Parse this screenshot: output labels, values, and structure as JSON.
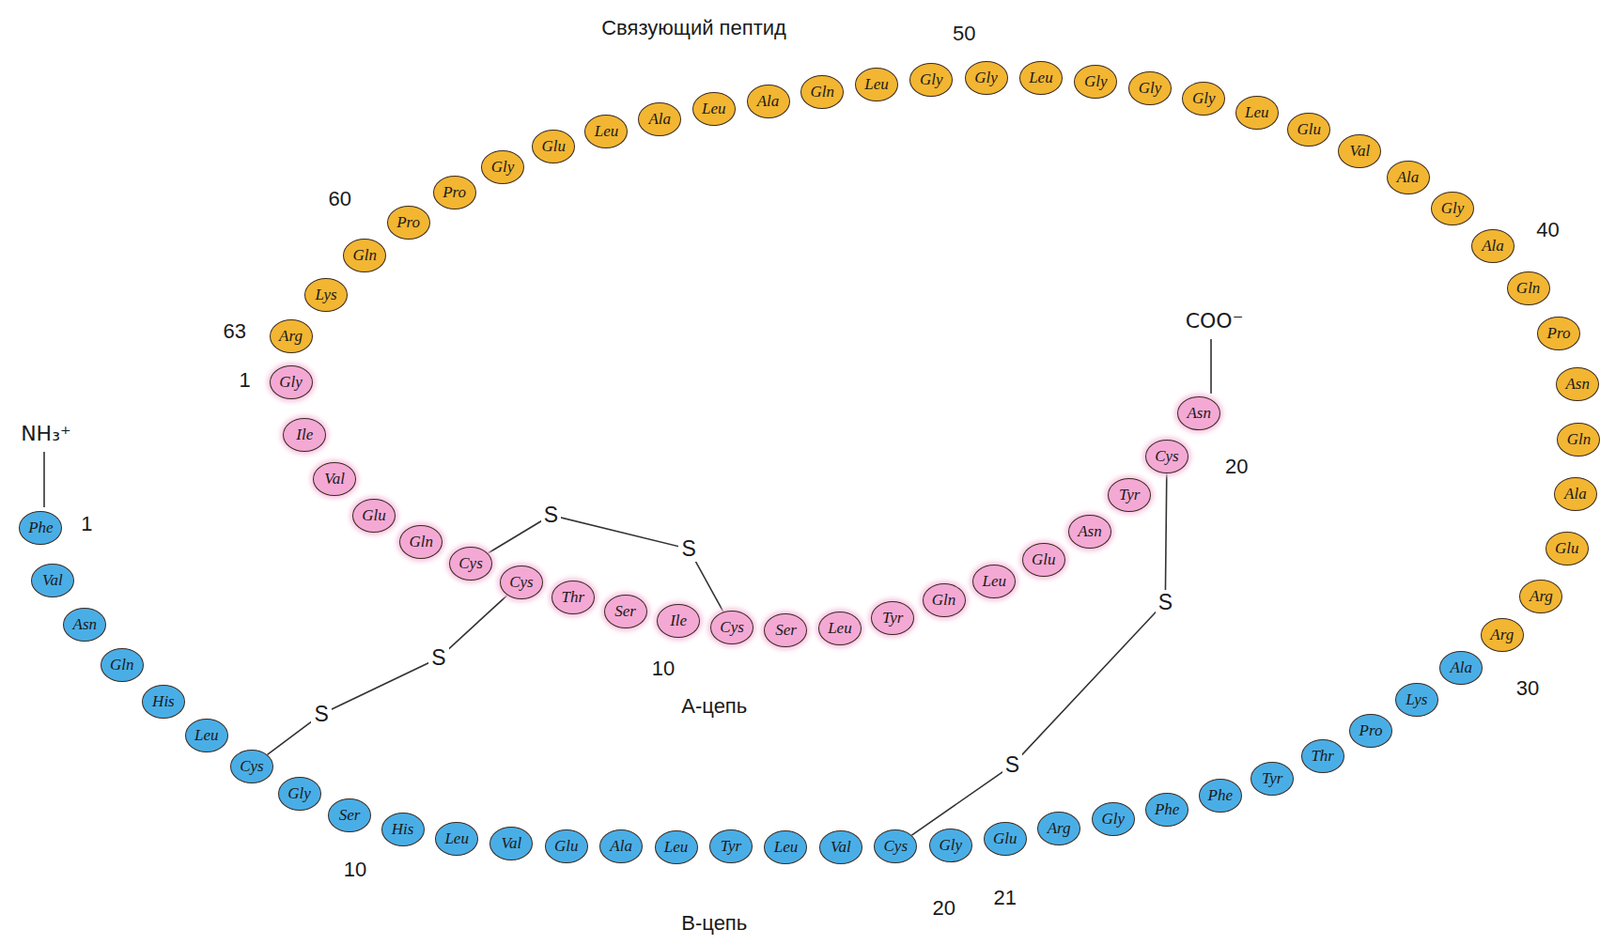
{
  "diagram": {
    "nodes": [
      {
        "text": [
          "Phe"
        ]
      },
      {
        "text": [
          "Val"
        ]
      },
      {
        "text": [
          "Asn"
        ]
      },
      {
        "text": [
          "Gln"
        ]
      },
      {
        "text": [
          "His"
        ]
      },
      {
        "text": [
          "Leu"
        ]
      },
      {
        "text": [
          "Cys"
        ]
      },
      {
        "text": [
          "Gly"
        ]
      },
      {
        "text": [
          "Ser"
        ]
      },
      {
        "text": [
          "His"
        ]
      },
      {
        "text": [
          "Leu"
        ]
      },
      {
        "text": [
          "Val"
        ]
      },
      {
        "text": [
          "Glu"
        ]
      },
      {
        "text": [
          "Ala"
        ]
      },
      {
        "text": [
          "Leu"
        ]
      },
      {
        "text": [
          "Tyr"
        ]
      },
      {
        "text": [
          "Leu"
        ]
      },
      {
        "text": [
          "Val"
        ]
      },
      {
        "text": [
          "Cys"
        ]
      },
      {
        "text": [
          "Gly"
        ]
      },
      {
        "text": [
          "Glu"
        ]
      },
      {
        "text": [
          "Arg"
        ]
      },
      {
        "text": [
          "Gly"
        ]
      },
      {
        "text": [
          "Phe"
        ]
      },
      {
        "text": [
          "Phe"
        ]
      },
      {
        "text": [
          "Tyr"
        ]
      },
      {
        "text": [
          "Thr"
        ]
      },
      {
        "text": [
          "Pro"
        ]
      },
      {
        "text": [
          "Lys"
        ]
      },
      {
        "text": [
          "Ala"
        ]
      },
      {
        "text": [
          "Arg"
        ]
      },
      {
        "text": [
          "Arg"
        ]
      },
      {
        "text": [
          "Glu"
        ]
      },
      {
        "text": [
          "Ala"
        ]
      },
      {
        "text": [
          "Gln"
        ]
      },
      {
        "text": [
          "Asn"
        ]
      },
      {
        "text": [
          "Pro"
        ]
      },
      {
        "text": [
          "Gln"
        ]
      },
      {
        "text": [
          "Ala"
        ]
      },
      {
        "text": [
          "Gly"
        ]
      },
      {
        "text": [
          "Ala"
        ]
      },
      {
        "text": [
          "Val"
        ]
      },
      {
        "text": [
          "Glu"
        ]
      },
      {
        "text": [
          "Leu"
        ]
      },
      {
        "text": [
          "Gly"
        ]
      },
      {
        "text": [
          "Gly"
        ]
      },
      {
        "text": [
          "Gly"
        ]
      },
      {
        "text": [
          "Leu"
        ]
      },
      {
        "text": [
          "Gly"
        ]
      },
      {
        "text": [
          "Gly"
        ]
      },
      {
        "text": [
          "Leu"
        ]
      },
      {
        "text": [
          "Gln"
        ]
      },
      {
        "text": [
          "Ala"
        ]
      },
      {
        "text": [
          "Leu"
        ]
      },
      {
        "text": [
          "Ala"
        ]
      },
      {
        "text": [
          "Leu"
        ]
      },
      {
        "text": [
          "Glu"
        ]
      },
      {
        "text": [
          "Gly"
        ]
      },
      {
        "text": [
          "Pro"
        ]
      },
      {
        "text": [
          "Pro"
        ]
      },
      {
        "text": [
          "Gln"
        ]
      },
      {
        "text": [
          "Lys"
        ]
      },
      {
        "text": [
          "Arg"
        ]
      },
      {
        "text": [
          "Gly"
        ]
      },
      {
        "text": [
          "Ile"
        ]
      },
      {
        "text": [
          "Val"
        ]
      },
      {
        "text": [
          "Glu"
        ]
      },
      {
        "text": [
          "Gln"
        ]
      },
      {
        "text": [
          "Cys"
        ]
      },
      {
        "text": [
          "Cys"
        ]
      },
      {
        "text": [
          "Thr"
        ]
      },
      {
        "text": [
          "Ser"
        ]
      },
      {
        "text": [
          "Ile"
        ]
      },
      {
        "text": [
          "Cys"
        ]
      },
      {
        "text": [
          "Ser"
        ]
      },
      {
        "text": [
          "Leu"
        ]
      },
      {
        "text": [
          "Tyr"
        ]
      },
      {
        "text": [
          "Gln"
        ]
      },
      {
        "text": [
          "Leu"
        ]
      },
      {
        "text": [
          "Glu"
        ]
      },
      {
        "text": [
          "Asn"
        ]
      },
      {
        "text": [
          "Tyr"
        ]
      },
      {
        "text": [
          "Cys"
        ]
      },
      {
        "text": [
          "Asn"
        ]
      }
    ],
    "edges": [
      {
        "from": 68,
        "to": 73,
        "arrow": "none"
      },
      {
        "from": 69,
        "to": 6,
        "arrow": "none"
      },
      {
        "from": 82,
        "to": 18,
        "arrow": "none"
      }
    ],
    "labels": [
      "Связующий пептид",
      "50",
      "60",
      "40",
      "63",
      "1",
      "NH₃⁺",
      "1",
      "COO⁻",
      "20",
      "S",
      "S",
      "S",
      "S",
      "S",
      "S",
      "10",
      "А-цепь",
      "10",
      "20",
      "21",
      "30",
      "В-цепь"
    ]
  }
}
